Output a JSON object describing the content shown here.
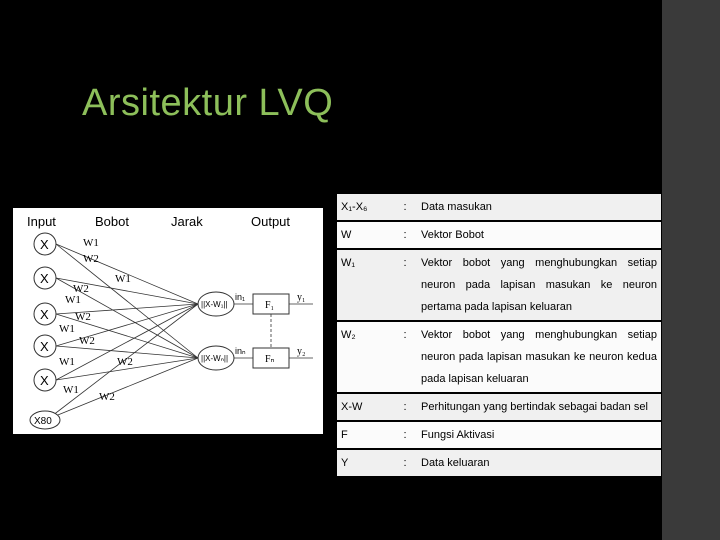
{
  "slide": {
    "title": "Arsitektur LVQ"
  },
  "diagram": {
    "headers": {
      "input": "Input",
      "bobot": "Bobot",
      "jarak": "Jarak",
      "output": "Output"
    },
    "input_nodes": [
      "X",
      "X",
      "X",
      "X",
      "X",
      "X80"
    ],
    "weight_labels": [
      "W1",
      "W2",
      "W1",
      "W2",
      "W1",
      "W2",
      "W1",
      "W2",
      "W1",
      "W2",
      "W1",
      "W2"
    ],
    "distance_nodes": [
      "||X-W₁||",
      "||X-Wₙ||"
    ],
    "in_labels": [
      "in₁",
      "inₙ"
    ],
    "activation_nodes": [
      "F₁",
      "Fₙ"
    ],
    "output_labels": [
      "y₁",
      "y₂"
    ]
  },
  "definitions": [
    {
      "symbol": "X₁-X₆",
      "colon": ":",
      "desc": "Data masukan"
    },
    {
      "symbol": "W",
      "colon": ":",
      "desc": "Vektor Bobot"
    },
    {
      "symbol": "W₁",
      "colon": ":",
      "desc": "Vektor bobot yang menghubungkan setiap neuron pada lapisan masukan ke neuron pertama pada lapisan keluaran"
    },
    {
      "symbol": "W₂",
      "colon": ":",
      "desc": "Vektor bobot yang menghubungkan setiap neuron pada lapisan masukan ke neuron kedua pada lapisan keluaran"
    },
    {
      "symbol": "X-W",
      "colon": ":",
      "desc": "Perhitungan yang bertindak sebagai badan sel"
    },
    {
      "symbol": "F",
      "colon": ":",
      "desc": "Fungsi Aktivasi"
    },
    {
      "symbol": "Y",
      "colon": ":",
      "desc": "Data keluaran"
    }
  ]
}
